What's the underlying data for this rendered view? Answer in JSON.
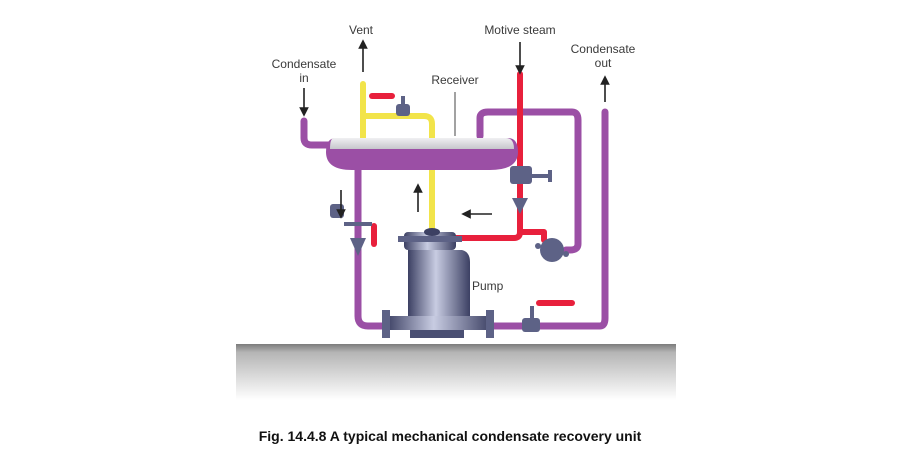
{
  "labels": {
    "vent": "Vent",
    "motive_steam": "Motive steam",
    "condensate_in_line1": "Condensate",
    "condensate_in_line2": "in",
    "condensate_out_line1": "Condensate",
    "condensate_out_line2": "out",
    "receiver": "Receiver",
    "pump": "Pump"
  },
  "caption": "Fig. 14.4.8 A typical mechanical condensate recovery unit",
  "colors": {
    "condensate_pipe": "#9b4fa5",
    "vent_pipe": "#f2e44a",
    "steam_pipe": "#e8203c",
    "receiver_body": "#d9d9dc",
    "equipment": "#5d6286",
    "ground": "#8c8c8c"
  }
}
